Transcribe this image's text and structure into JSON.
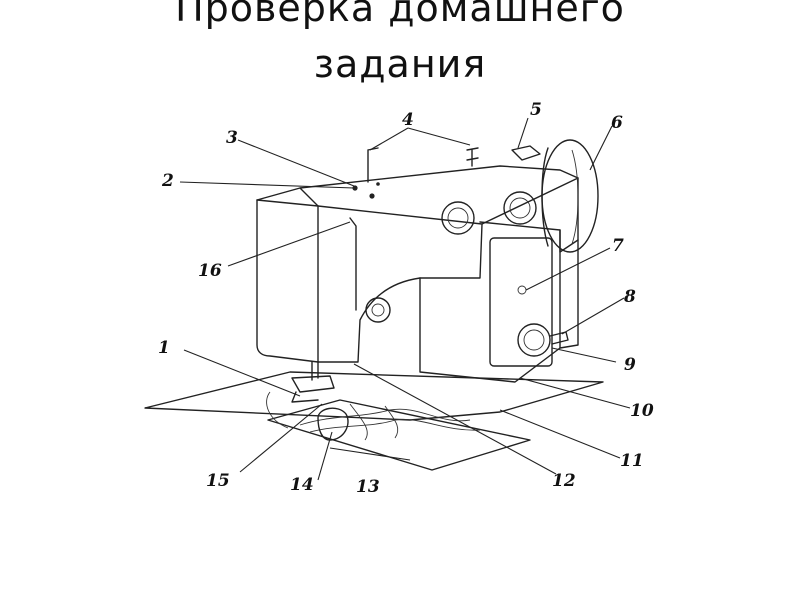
{
  "slide": {
    "title_line1": "Проверка домашнего",
    "title_line2": "задания"
  },
  "diagram": {
    "labels": {
      "l1": "1",
      "l2": "2",
      "l3": "3",
      "l4": "4",
      "l5": "5",
      "l6": "6",
      "l7": "7",
      "l8": "8",
      "l9": "9",
      "l10": "10",
      "l11": "11",
      "l12": "12",
      "l13": "13",
      "l14": "14",
      "l15": "15",
      "l16": "16"
    }
  }
}
